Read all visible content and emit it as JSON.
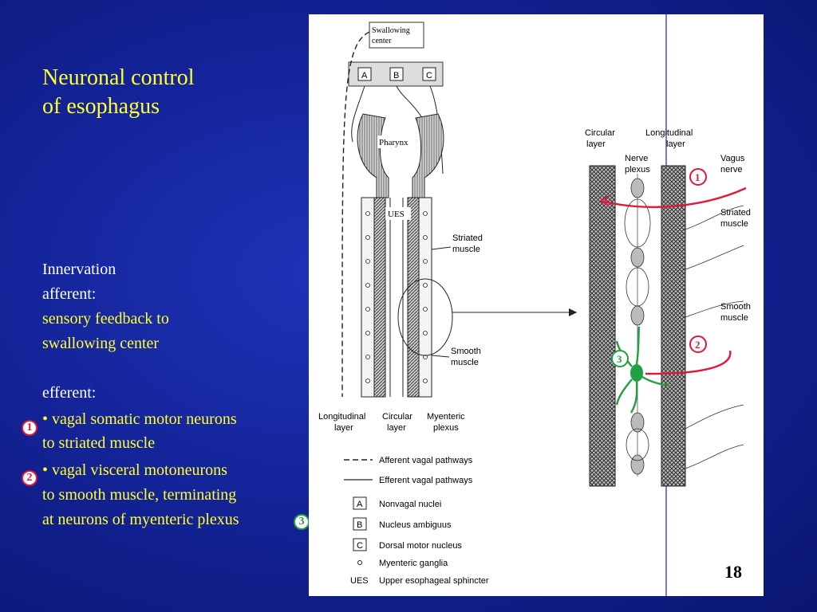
{
  "slide": {
    "title_line1": "Neuronal control",
    "title_line2": "of esophagus",
    "innervation": "Innervation",
    "afferent": "afferent:",
    "afferent_desc1": "sensory feedback to",
    "afferent_desc2": "swallowing center",
    "efferent": "efferent:",
    "bullet1_line1": "• vagal somatic motor neurons",
    "bullet1_line2": "to striated muscle",
    "bullet2_line1": "• vagal visceral motoneurons",
    "bullet2_line2": "to smooth muscle, terminating",
    "bullet2_line3": "at neurons of myenteric plexus",
    "page_number": "18"
  },
  "markers": {
    "m1": "1",
    "m2": "2",
    "m3": "3"
  },
  "diagram": {
    "swallowing_center": [
      "Swallowing",
      "center"
    ],
    "nuclei": [
      "A",
      "B",
      "C"
    ],
    "pharynx": "Pharynx",
    "ues": "UES",
    "striated_muscle": [
      "Striated",
      "muscle"
    ],
    "smooth_muscle": [
      "Smooth",
      "muscle"
    ],
    "bottom_labels": {
      "longitudinal": [
        "Longitudinal",
        "layer"
      ],
      "circular": [
        "Circular",
        "layer"
      ],
      "myenteric": [
        "Myenteric",
        "plexus"
      ]
    },
    "right_labels": {
      "circular": [
        "Circular",
        "layer"
      ],
      "longitudinal": [
        "Longitudinal",
        "layer"
      ],
      "nerve_plexus": [
        "Nerve",
        "plexus"
      ],
      "vagus": [
        "Vagus",
        "nerve"
      ],
      "striated": [
        "Striated",
        "muscle"
      ],
      "smooth": [
        "Smooth",
        "muscle"
      ]
    },
    "legend": [
      "Afferent vagal pathways",
      "Efferent vagal pathways",
      "Nonvagal nuclei",
      "Nucleus ambiguus",
      "Dorsal motor nucleus",
      "Myenteric ganglia",
      "Upper esophageal sphincter"
    ],
    "legend_keys": [
      "A",
      "B",
      "C",
      "UES"
    ]
  },
  "colors": {
    "efferent_red": "#e0183a",
    "enteric_green": "#20a040",
    "title_yellow": "#ffff33"
  }
}
